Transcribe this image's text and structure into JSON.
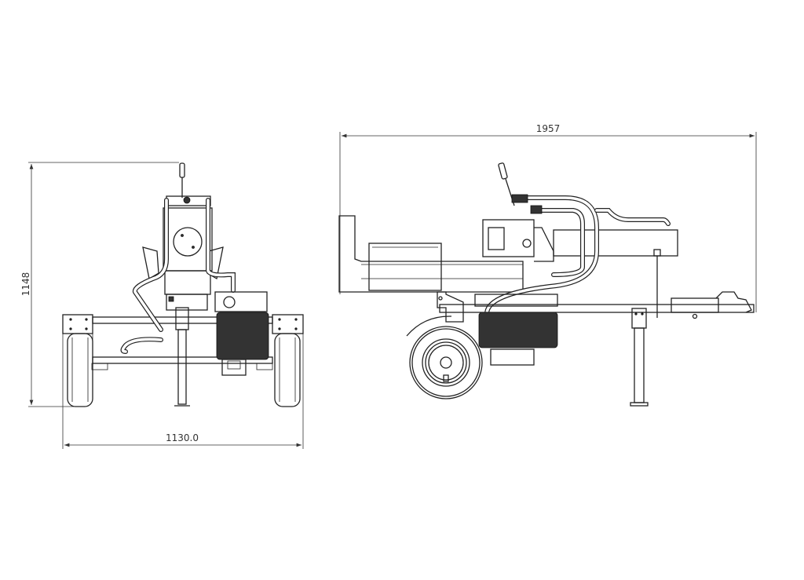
{
  "front_view": {
    "height_dimension": "1148",
    "width_dimension": "1130.0"
  },
  "side_view": {
    "length_dimension": "1957"
  },
  "colors": {
    "line": "#222222",
    "background": "#ffffff"
  }
}
